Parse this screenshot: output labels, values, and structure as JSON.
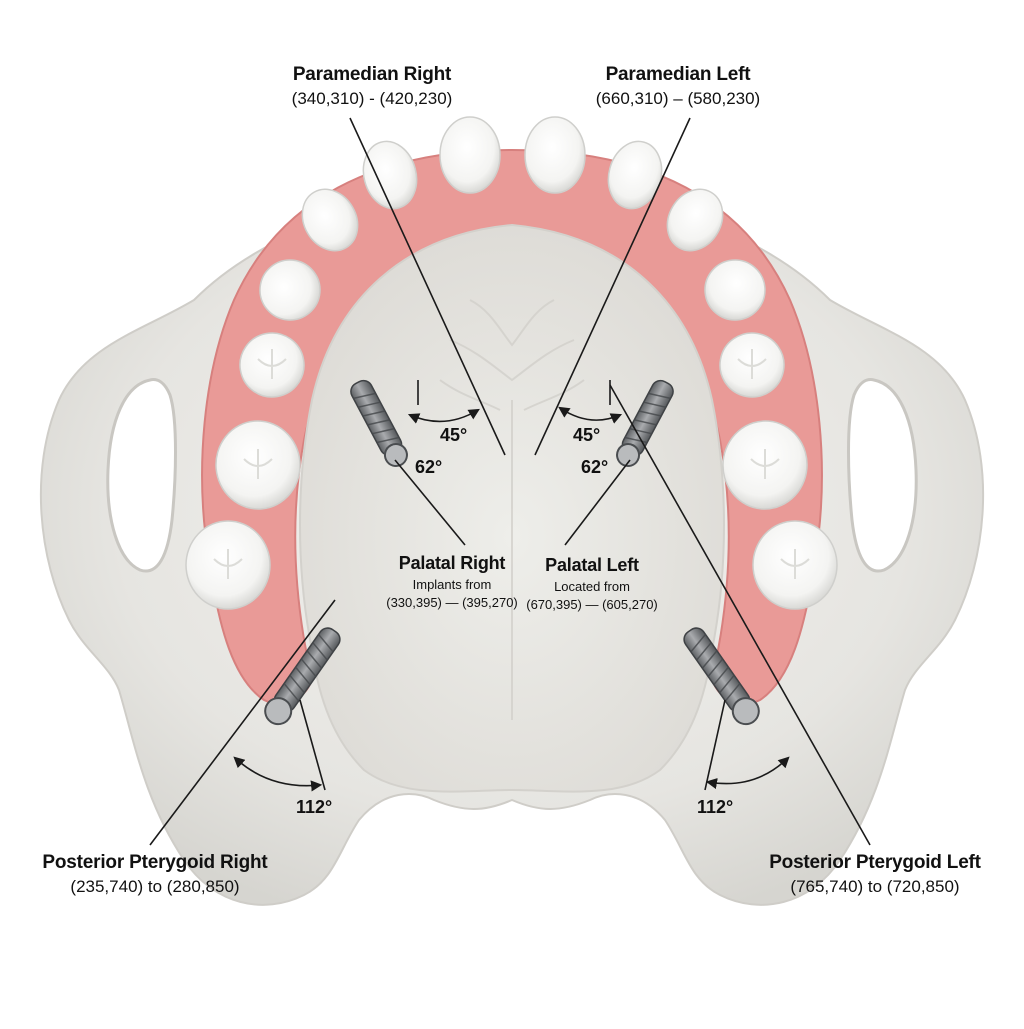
{
  "labels": {
    "paramedian_right": {
      "title": "Paramedian Right",
      "coords": "(340,310) - (420,230)"
    },
    "paramedian_left": {
      "title": "Paramedian Left",
      "coords": "(660,310) – (580,230)"
    },
    "palatal_right": {
      "title": "Palatal Right",
      "line1": "Implants from",
      "line2": "(330,395) — (395,270)"
    },
    "palatal_left": {
      "title": "Palatal Left",
      "line1": "Located from",
      "line2": "(670,395) — (605,270)"
    },
    "pterygoid_right": {
      "title": "Posterior Pterygoid Right",
      "coords": "(235,740) to (280,850)"
    },
    "pterygoid_left": {
      "title": "Posterior Pterygoid Left",
      "coords": "(765,740) to (720,850)"
    }
  },
  "angles": {
    "paramedian_right": "45°",
    "paramedian_left": "45°",
    "palatal_right": "62°",
    "palatal_left": "62°",
    "pterygoid_right": "112°",
    "pterygoid_left": "112°"
  },
  "colors": {
    "bone": "#ecebe7",
    "bone_shadow": "#d4d3cf",
    "gum": "#e99a97",
    "gum_dark": "#d7807e",
    "tooth": "#fbfbfa",
    "implant": "#7a7c7f",
    "line": "#1a1a1a"
  }
}
